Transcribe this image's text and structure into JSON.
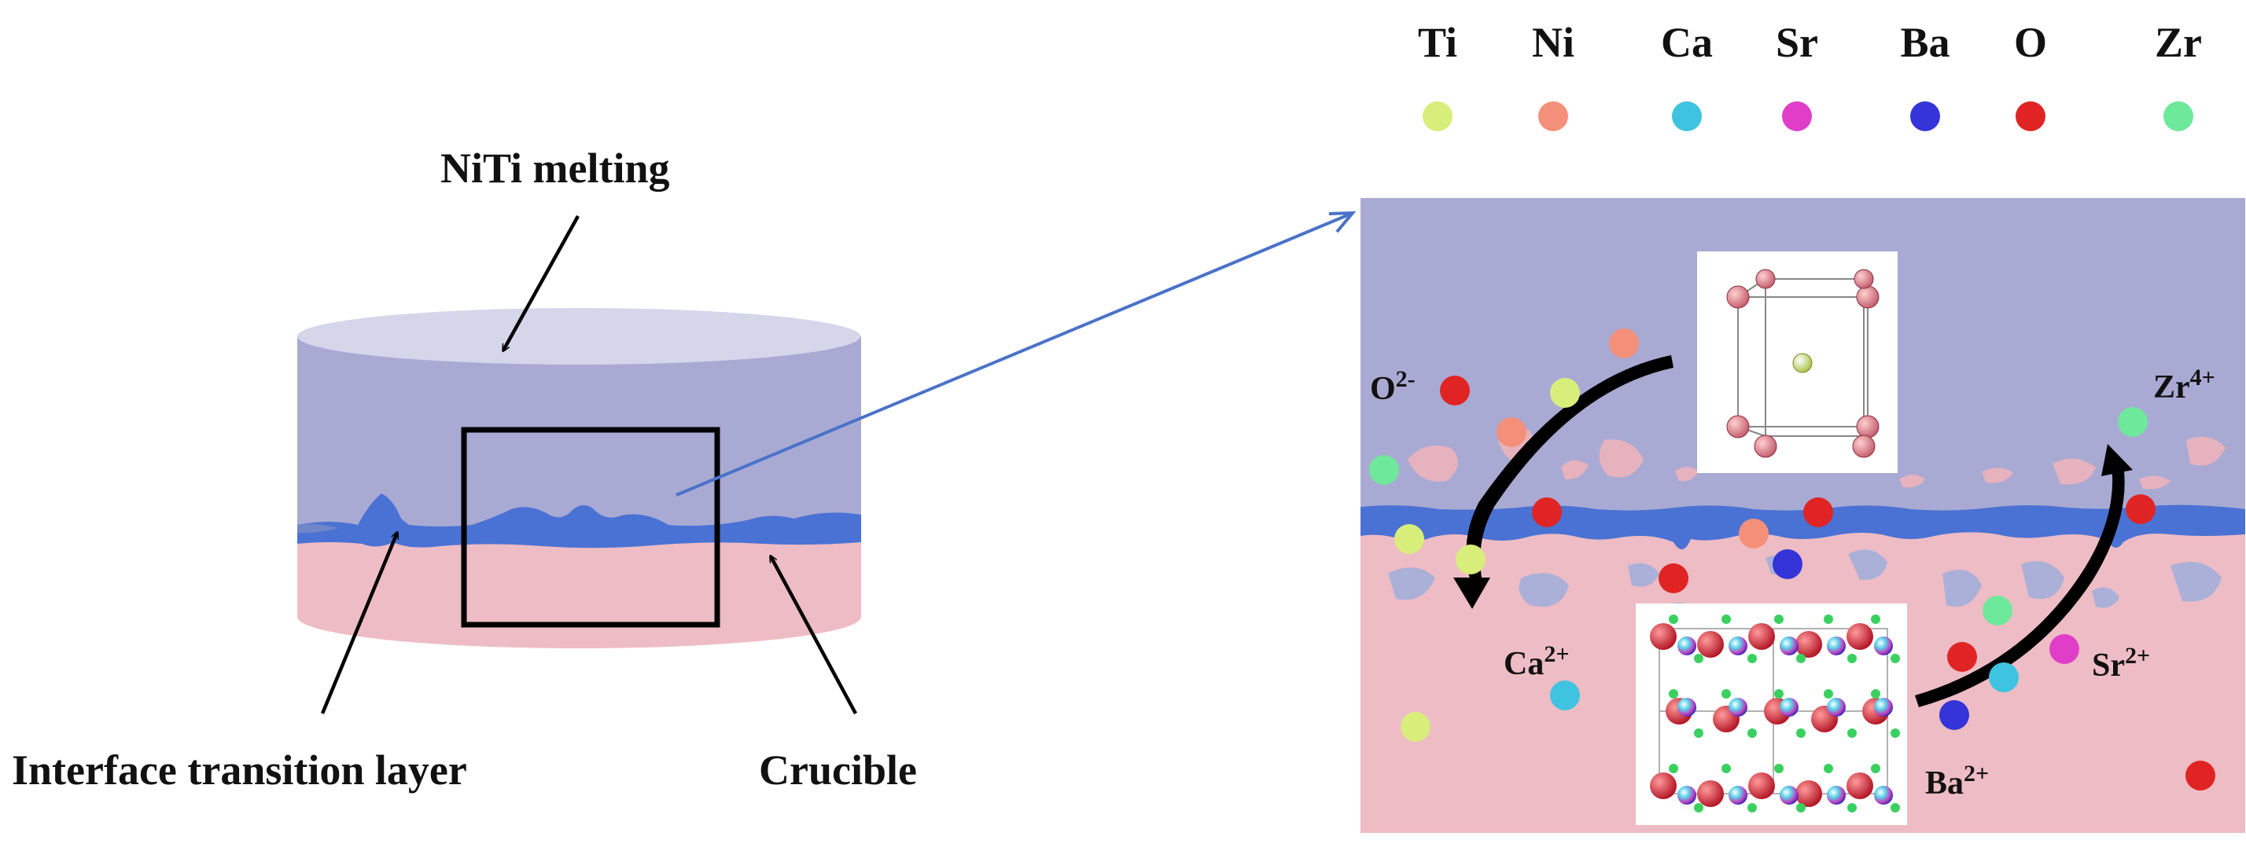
{
  "labels": {
    "melting": "NiTi melting",
    "interface": "Interface transition layer",
    "crucible": "Crucible"
  },
  "legend": [
    {
      "symbol": "Ti",
      "color": "#d8ee7a"
    },
    {
      "symbol": "Ni",
      "color": "#f4907a"
    },
    {
      "symbol": "Ca",
      "color": "#3ec3e0"
    },
    {
      "symbol": "Sr",
      "color": "#e03ec8"
    },
    {
      "symbol": "Ba",
      "color": "#3434d8"
    },
    {
      "symbol": "O",
      "color": "#e02424"
    },
    {
      "symbol": "Zr",
      "color": "#6ee89a"
    }
  ],
  "ions": {
    "o": {
      "base": "O",
      "charge": "2-"
    },
    "zr": {
      "base": "Zr",
      "charge": "4+"
    },
    "ca": {
      "base": "Ca",
      "charge": "2+"
    },
    "sr": {
      "base": "Sr",
      "charge": "2+"
    },
    "ba": {
      "base": "Ba",
      "charge": "2+"
    }
  },
  "colors": {
    "melt": "#a9aad3",
    "melt_top": "#d5d6ea",
    "interface": "#4a72d4",
    "crucible": "#eebcc4",
    "arrow_blue": "#4a72c8"
  }
}
